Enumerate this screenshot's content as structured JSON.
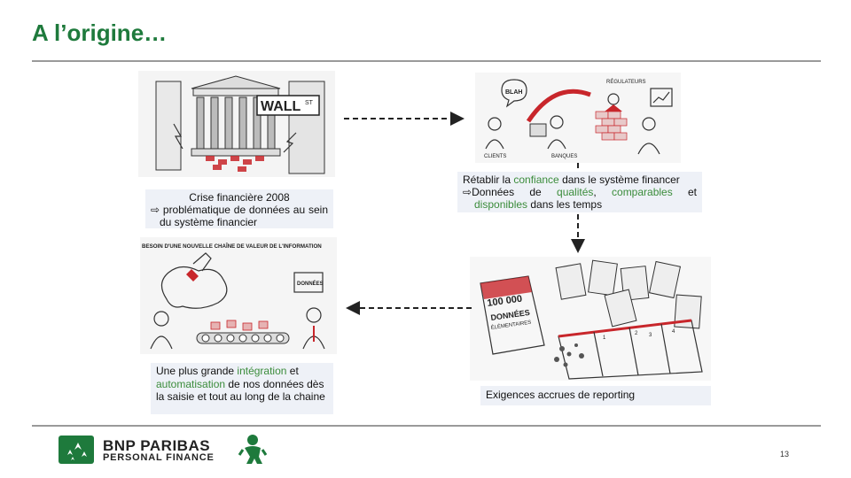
{
  "slide": {
    "title": "A l’origine…",
    "page_number": "13"
  },
  "illustrations": {
    "wall_street_sign": "WALL",
    "wall_street_sign_suffix": "ST",
    "blah_bubble": "BLAH",
    "regulators_label": "RÉGULATEURS",
    "clients_label": "CLIENTS",
    "banks_label": "BANQUES",
    "value_chain_banner": "BESOIN D'UNE NOUVELLE CHAÎNE DE VALEUR DE L'INFORMATION",
    "data_box_label": "DONNÉES",
    "data_book_number": "100 000",
    "data_book_title": "DONNÉES",
    "data_book_subtitle": "ÉLÉMENTAIRES",
    "calendar_numbers": [
      "1",
      "2",
      "3",
      "4"
    ]
  },
  "captions": {
    "crisis": {
      "line1": "Crise financière 2008",
      "arrow": "⇨",
      "rest": "problématique de données au sein du système financier"
    },
    "trust": {
      "pre": "Rétablir la ",
      "hl1": "confiance",
      "mid": " dans le système financer",
      "arrow": "⇨",
      "l2_pre": "Données de ",
      "hl2": "qualités",
      "l2_sep": ", ",
      "hl3": "comparables",
      "l2_post": " et",
      "hl4": "disponibles",
      "l3_post": " dans les temps"
    },
    "integration": {
      "pre": "Une plus grande ",
      "hl1": "intégration",
      "mid": " et ",
      "hl2": "automatisation",
      "post": " de nos données dès la saisie et tout au long de la chaine"
    },
    "reporting": {
      "text": "Exigences accrues de reporting"
    }
  },
  "footer": {
    "brand_line1": "BNP PARIBAS",
    "brand_line2": "PERSONAL FINANCE"
  },
  "colors": {
    "title": "#1e7a3c",
    "highlight": "#3b8c3b",
    "caption_bg": "#eef1f7",
    "brand_green": "#1e7a3c",
    "sketch_red": "#c8262b"
  }
}
